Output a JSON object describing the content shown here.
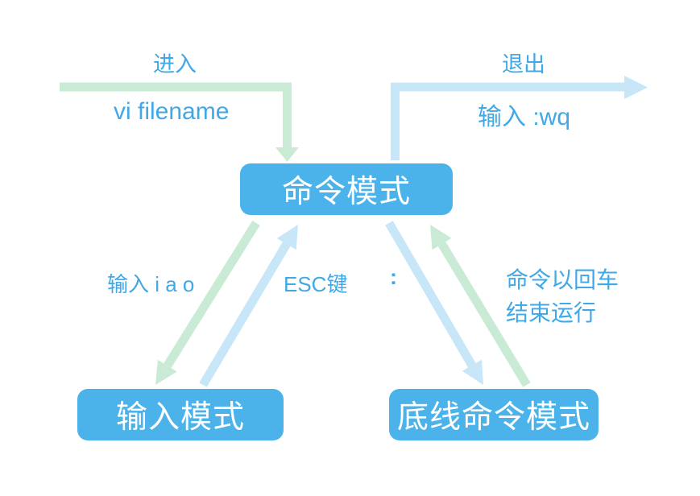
{
  "colors": {
    "background": "#ffffff",
    "box_fill": "#4BB3EA",
    "box_text": "#ffffff",
    "arrow_green": "#C9EBD6",
    "arrow_blue": "#C7E6F7",
    "label_text": "#41A8E8"
  },
  "nodes": {
    "command_mode": {
      "label": "命令模式"
    },
    "insert_mode": {
      "label": "输入模式"
    },
    "lastline_mode": {
      "label": "底线命令模式"
    }
  },
  "edges": {
    "enter": {
      "title": "进入",
      "command": "vi filename"
    },
    "exit": {
      "title": "退出",
      "command": "输入 :wq"
    },
    "command_to_insert": {
      "label": "输入 i a o"
    },
    "insert_to_command": {
      "label": "ESC键"
    },
    "command_to_lastline": {
      "label": ":"
    },
    "lastline_to_command": {
      "label_line1": "命令以回车",
      "label_line2": "结束运行"
    }
  }
}
